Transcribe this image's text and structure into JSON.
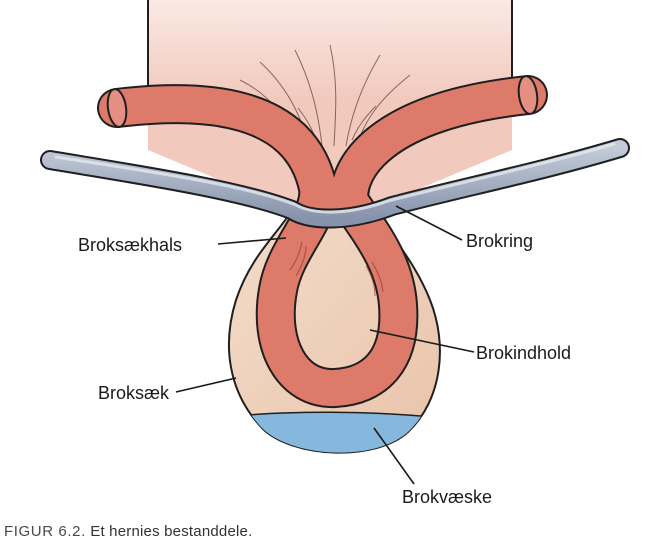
{
  "labels": {
    "neck": "Broksækhals",
    "ring": "Brokring",
    "content": "Brokindhold",
    "sac": "Broksæk",
    "fluid": "Brokvæske"
  },
  "caption": {
    "number": "FIGUR 6.2.",
    "text": "Et hernies bestanddele."
  },
  "colors": {
    "skin": "#f5d6cc",
    "intestine": "#dd7a6a",
    "intestine_outline": "#1f1f1f",
    "fascia": "#9aa6bd",
    "sac": "#f0cdb8",
    "fluid": "#86b7dc"
  }
}
